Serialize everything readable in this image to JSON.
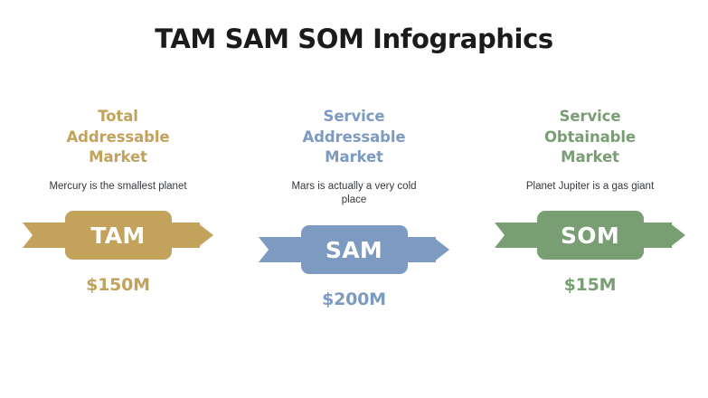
{
  "slide": {
    "title": "TAM SAM SOM Infographics",
    "background_color": "#ffffff",
    "title_color": "#1b1b1b"
  },
  "columns": [
    {
      "heading": "Total Addressable Market",
      "description": "Mercury is the smallest planet",
      "banner_label": "TAM",
      "value": "$150M",
      "color": "#c3a25b",
      "banner_text_color": "#ffffff"
    },
    {
      "heading": "Service Addressable Market",
      "description": "Mars is actually a very cold place",
      "banner_label": "SAM",
      "value": "$200M",
      "color": "#7d9ac0",
      "banner_text_color": "#ffffff"
    },
    {
      "heading": "Service Obtainable Market",
      "description": "Planet Jupiter is a gas giant",
      "banner_label": "SOM",
      "value": "$15M",
      "color": "#7a9e74",
      "banner_text_color": "#ffffff"
    }
  ]
}
